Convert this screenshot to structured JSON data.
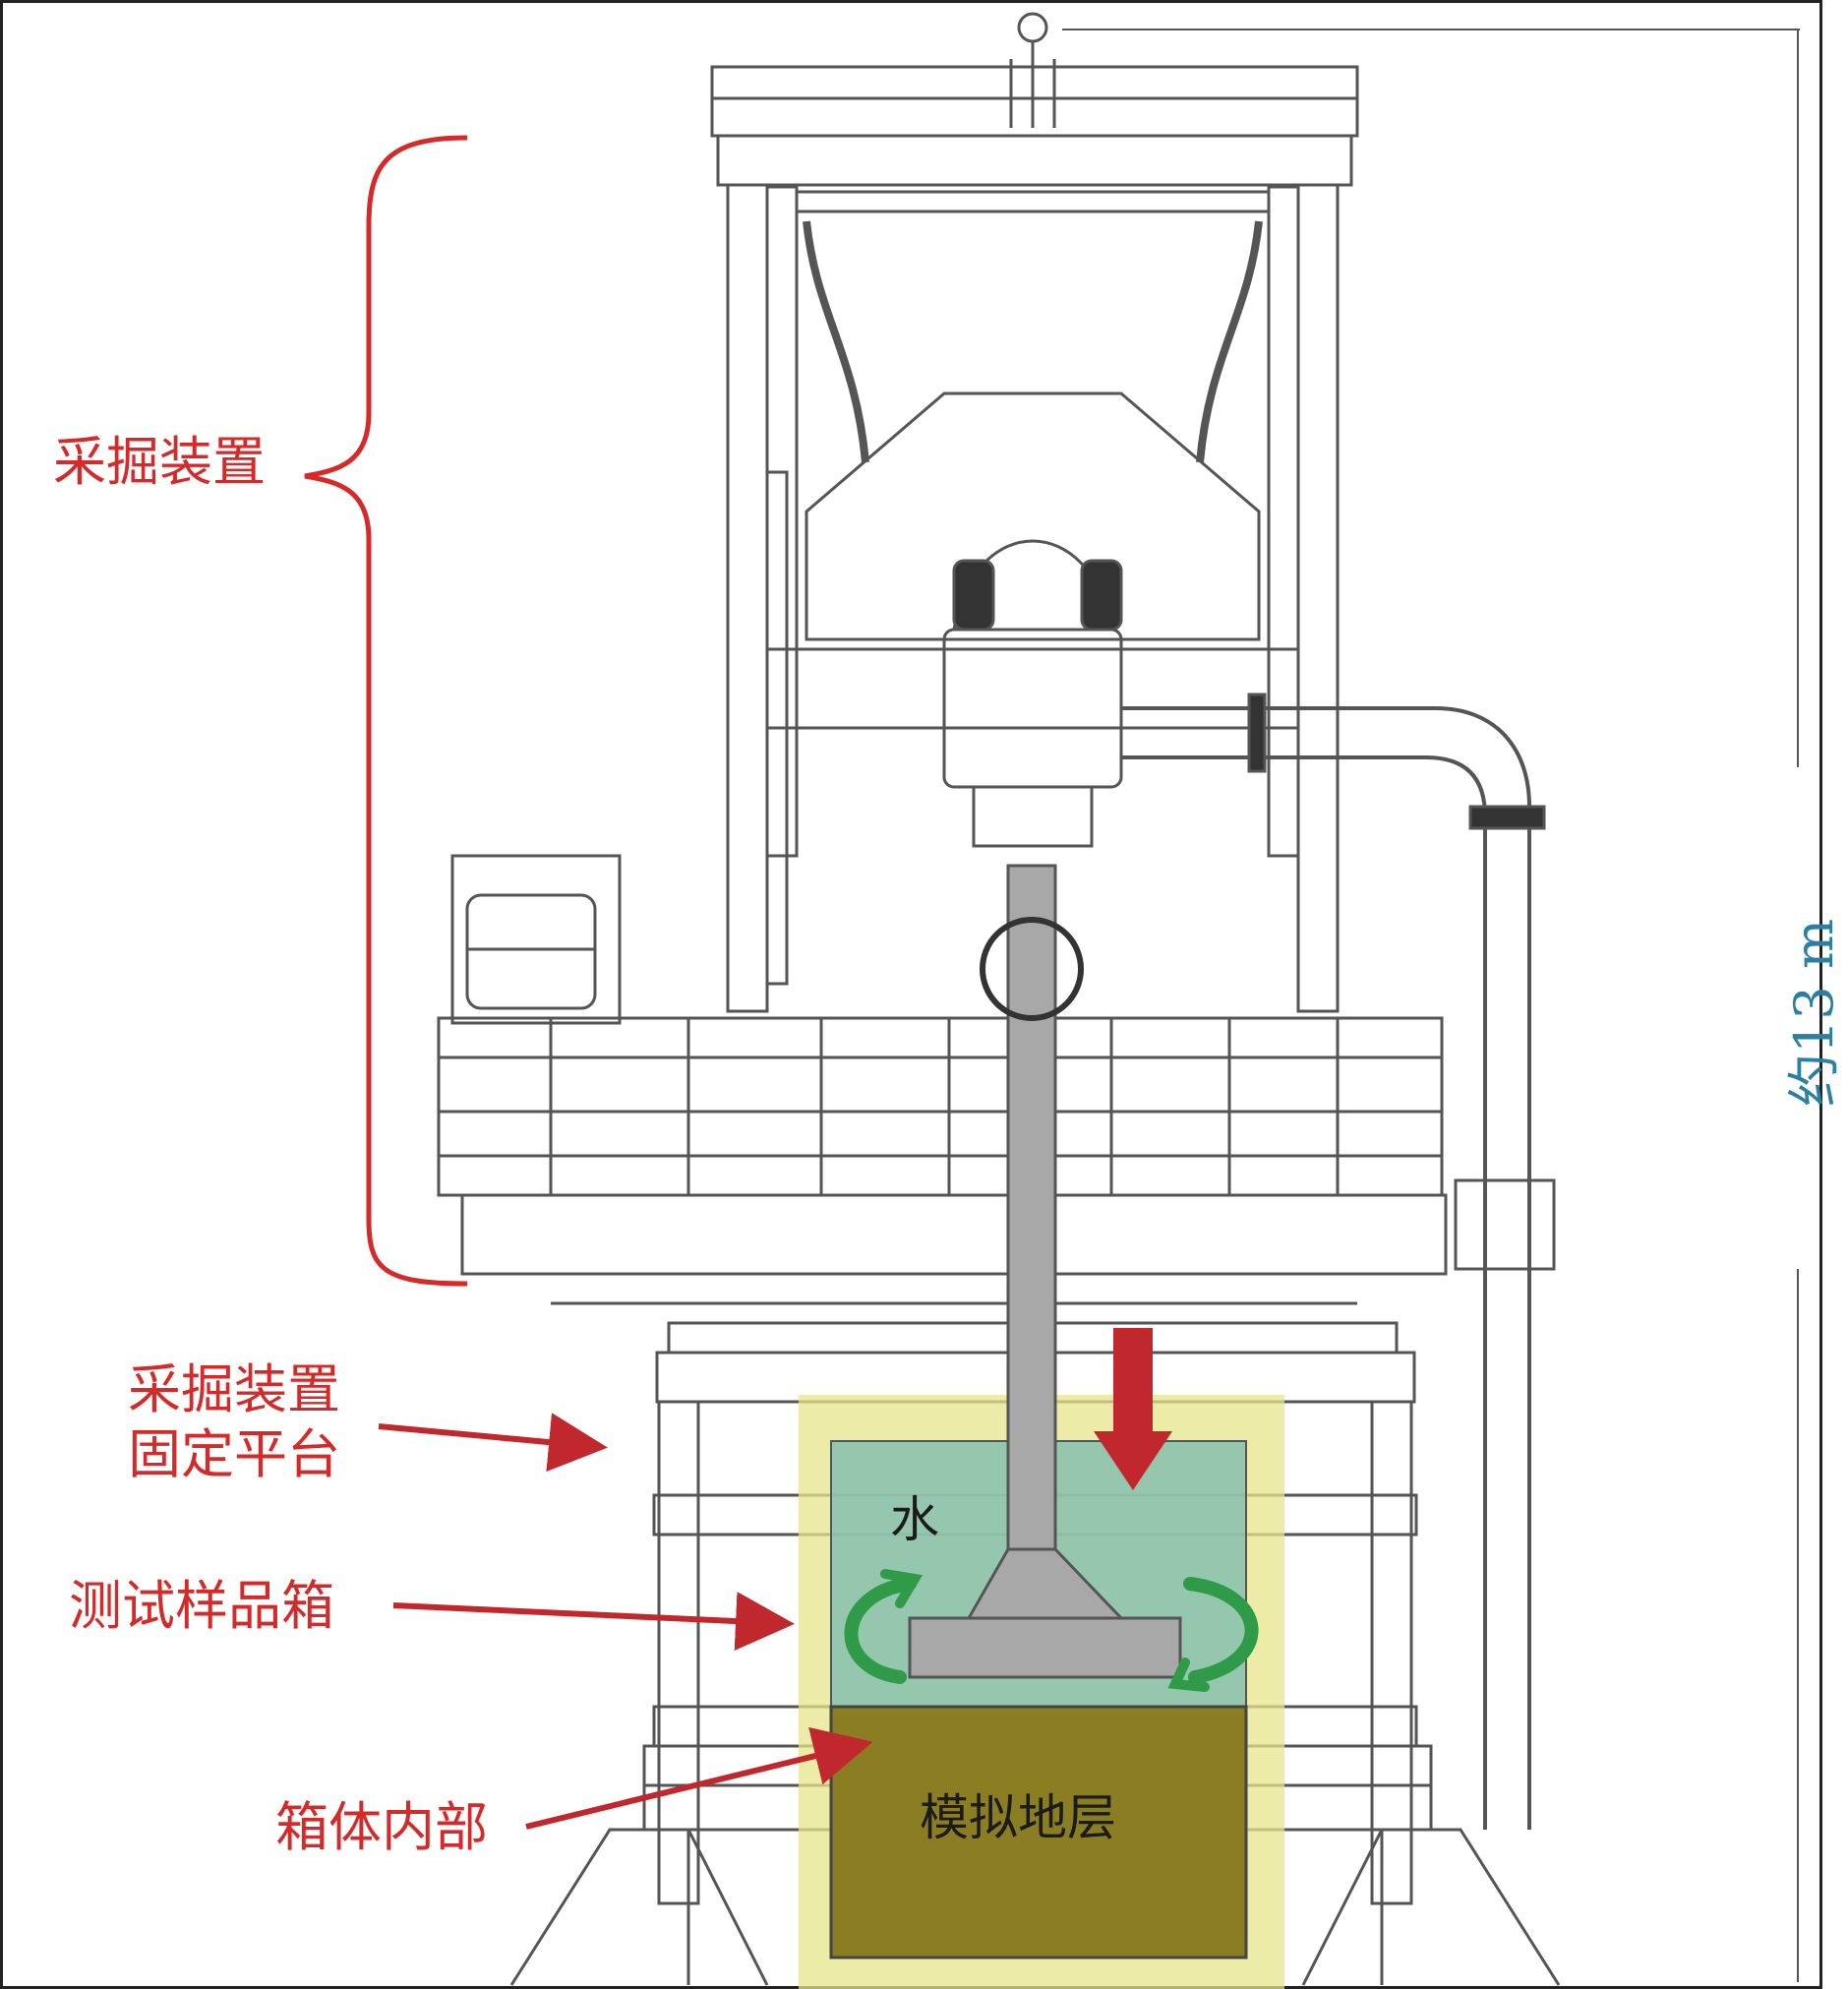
{
  "labels": {
    "mining_device": "采掘装置",
    "fixed_platform_line1": "采掘装置",
    "fixed_platform_line2": "固定平台",
    "test_box": "测试样品箱",
    "box_interior": "箱体内部",
    "water": "水",
    "simulated_stratum": "模拟地层",
    "height": "约13 m"
  },
  "colors": {
    "label_red": "#d42a2a",
    "arrow_red": "#c0282d",
    "dimension_blue": "#2a7fa3",
    "water_teal": "#7fbdb0",
    "stratum_olive": "#8a7d22",
    "box_yellow": "#e6e48a",
    "rotation_green": "#2f9a48",
    "line_gray": "#555555"
  }
}
